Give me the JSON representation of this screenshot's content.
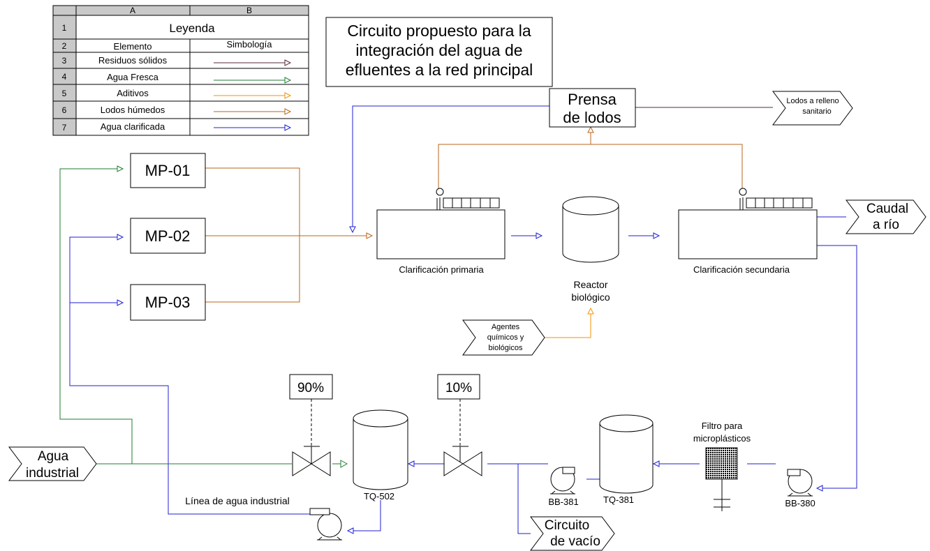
{
  "colors": {
    "residuos": "#5a2a3a",
    "agua_fresca": "#1e7d32",
    "aditivos": "#f39200",
    "lodos": "#b8661b",
    "clarificada": "#1f1fd6"
  },
  "legend": {
    "col_a": "A",
    "col_b": "B",
    "rows": [
      "1",
      "2",
      "3",
      "4",
      "5",
      "6",
      "7"
    ],
    "title": "Leyenda",
    "hdr_elemento": "Elemento",
    "hdr_simbologia": "Simbología",
    "items": [
      "Residuos sólidos",
      "Agua Fresca",
      "Aditivos",
      "Lodos húmedos",
      "Agua clarificada"
    ]
  },
  "title": [
    "Circuito propuesto para la",
    "integración del agua de",
    "efluentes a la red principal"
  ],
  "equipment": {
    "mp01": "MP-01",
    "mp02": "MP-02",
    "mp03": "MP-03",
    "prensa": [
      "Prensa",
      "de lodos"
    ],
    "clar_primaria": "Clarificación primaria",
    "reactor": [
      "Reactor",
      "biológico"
    ],
    "clar_secundaria": "Clarificación secundaria",
    "filtro": [
      "Filtro para",
      "microplásticos"
    ],
    "tq502": "TQ-502",
    "tq381": "TQ-381",
    "bb381": "BB-381",
    "bb380": "BB-380",
    "valve_90": "90%",
    "valve_10": "10%"
  },
  "flags": {
    "lodos_relleno": [
      "Lodos a relleno",
      "sanitario"
    ],
    "caudal_rio": [
      "Caudal",
      "a río"
    ],
    "agentes": [
      "Agentes",
      "químicos y",
      "biológicos"
    ],
    "agua_industrial": [
      "Agua",
      "industrial"
    ],
    "circuito_vacio": [
      "Circuito",
      "de vacío"
    ]
  },
  "labels": {
    "linea_agua_industrial": "Línea de agua industrial"
  }
}
